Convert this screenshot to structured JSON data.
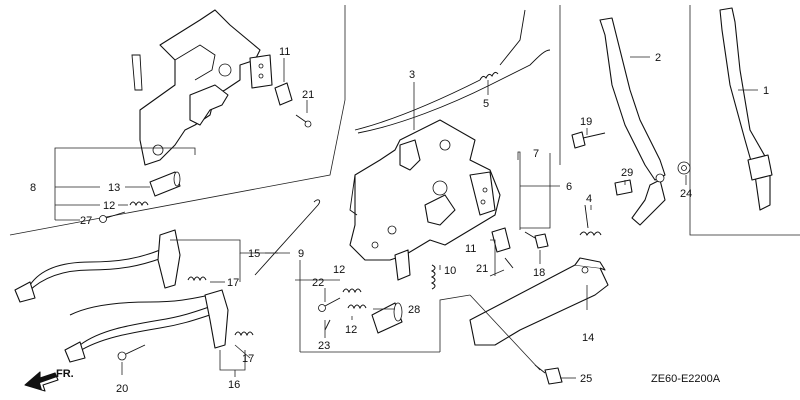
{
  "diagram": {
    "code": "ZE60-E2200A",
    "direction_label": "FR.",
    "callouts": [
      "1",
      "2",
      "3",
      "4",
      "5",
      "6",
      "7",
      "8",
      "9",
      "10",
      "11",
      "11",
      "12",
      "12",
      "12",
      "13",
      "14",
      "15",
      "16",
      "17",
      "17",
      "18",
      "19",
      "20",
      "21",
      "21",
      "22",
      "23",
      "24",
      "25",
      "27",
      "28",
      "29"
    ]
  }
}
